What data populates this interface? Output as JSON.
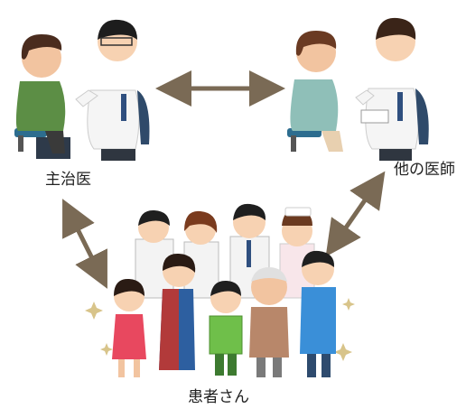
{
  "labels": {
    "primary_doctor": "主治医",
    "other_doctor": "他の医師",
    "patient_group": "患者さん"
  },
  "colors": {
    "arrow": "#7a6a55",
    "background": "#ffffff"
  },
  "icons": [
    "primary-consultation-illustration",
    "second-opinion-illustration",
    "patients-group-illustration"
  ]
}
